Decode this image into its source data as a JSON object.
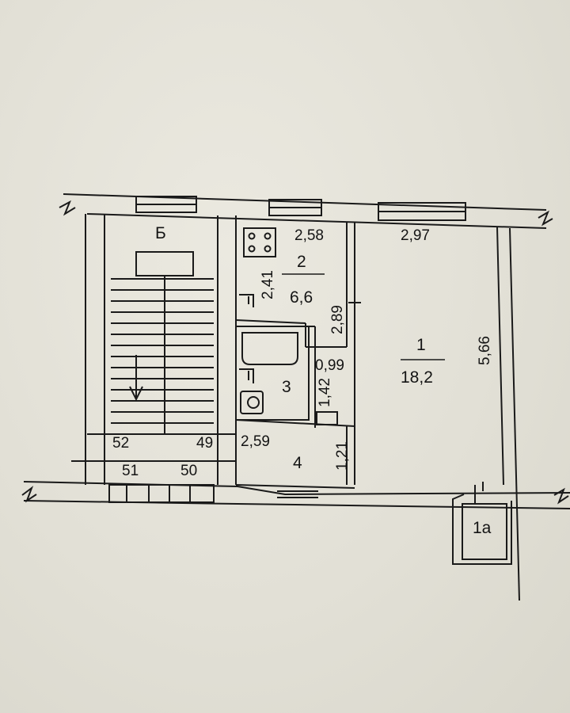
{
  "plan": {
    "stair_label": "Б",
    "rooms": [
      {
        "number": "1",
        "area": "18,2"
      },
      {
        "number": "2",
        "area": "6,6"
      },
      {
        "number": "3"
      },
      {
        "number": "4"
      },
      {
        "number": "1а"
      }
    ],
    "dimensions": {
      "kitchen_width": "2,58",
      "kitchen_depth": "2,41",
      "kitchen_side": "2,89",
      "room1_width": "2,97",
      "room1_length": "5,66",
      "bath_width": "0,99",
      "bath_length": "1,42",
      "hall_width": "2,59",
      "hall_length": "1,21"
    },
    "apartment_numbers": [
      "52",
      "49",
      "51",
      "50"
    ]
  },
  "colors": {
    "paper": "#e4e2d8",
    "ink": "#1a1a1a"
  }
}
